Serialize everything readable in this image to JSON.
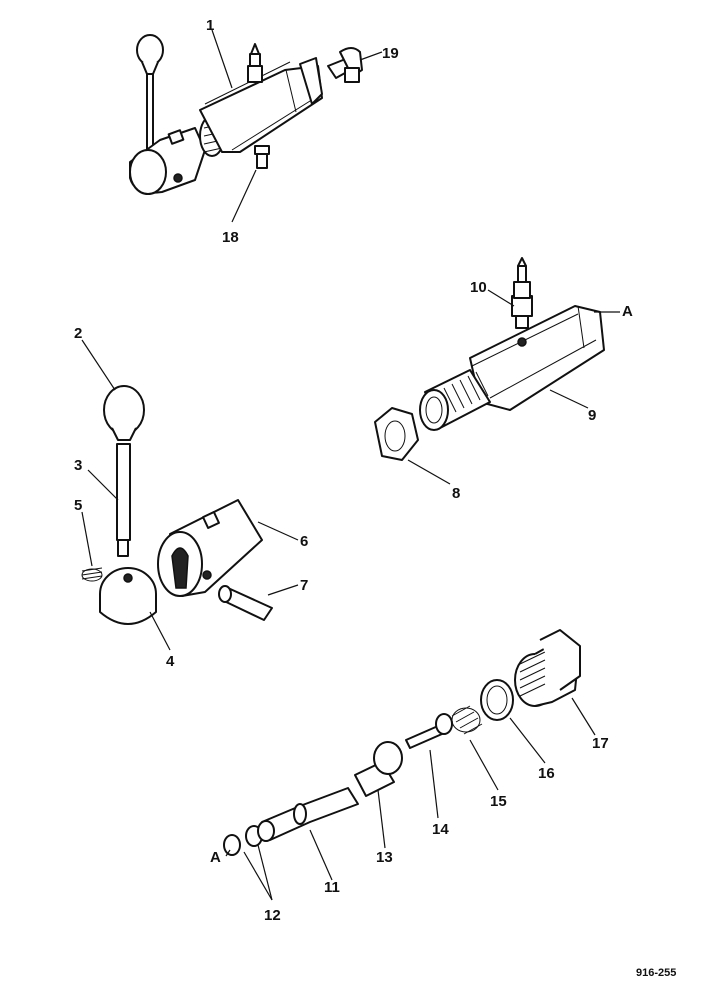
{
  "labels": {
    "p1": "1",
    "p2": "2",
    "p3": "3",
    "p4": "4",
    "p5": "5",
    "p6": "6",
    "p7": "7",
    "p8": "8",
    "p9": "9",
    "p10": "10",
    "p11": "11",
    "p12": "12",
    "p13": "13",
    "p14": "14",
    "p15": "15",
    "p16": "16",
    "p17": "17",
    "p18": "18",
    "p19": "19",
    "a_top": "A",
    "a_bottom": "A"
  },
  "figure_ref": "916-255"
}
